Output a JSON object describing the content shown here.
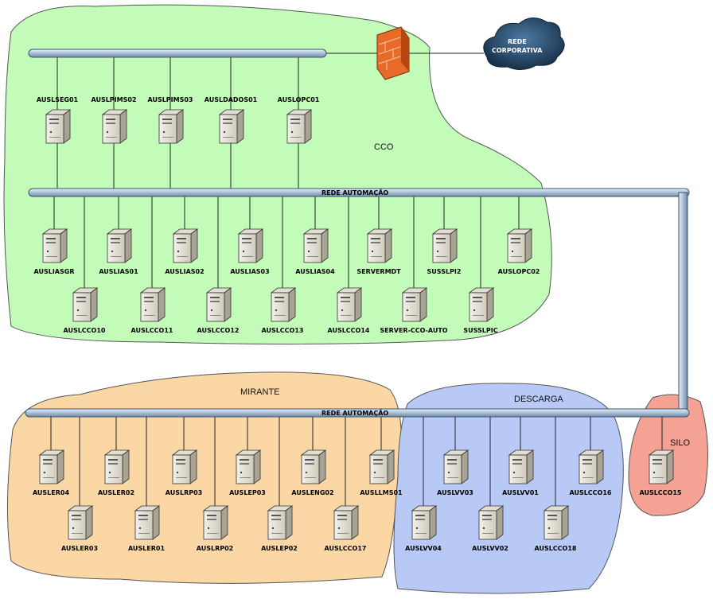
{
  "zones": {
    "cco": "CCO",
    "mirante": "MIRANTE",
    "descarga": "DESCARGA",
    "silo": "SILO"
  },
  "cloud": {
    "line1": "REDE",
    "line2": "CORPORATIVA"
  },
  "buses": {
    "cco_automation": "REDE AUTOMAÇÃO",
    "lower_automation": "REDE AUTOMAÇÃO"
  },
  "colors": {
    "cco": "#c2fcb8",
    "mirante": "#fbd7a6",
    "descarga": "#b8c9f5",
    "silo": "#f4a294",
    "bus": "#aec2d8",
    "firewall": "#e86a28",
    "cloud": "#2a4a66"
  },
  "servers": {
    "top": [
      "AUSLSEG01",
      "AUSLPIMS02",
      "AUSLPIMS03",
      "AUSLDADOS01",
      "AUSLOPC01"
    ],
    "cco_row1": [
      "AUSLIASGR",
      "AUSLIAS01",
      "AUSLIAS02",
      "AUSLIAS03",
      "AUSLIAS04",
      "SERVERMDT",
      "SUSSLPI2",
      "AUSLOPC02"
    ],
    "cco_row2": [
      "AUSLCCO10",
      "AUSLCCO11",
      "AUSLCCO12",
      "AUSLCCO13",
      "AUSLCCO14",
      "SERVER-CCO-AUTO",
      "SUSSLPIC"
    ],
    "mirante_row1": [
      "AUSLER04",
      "AUSLER02",
      "AUSLRP03",
      "AUSLEP03",
      "AUSLENG02",
      "AUSLLMS01"
    ],
    "mirante_row2": [
      "AUSLER03",
      "AUSLER01",
      "AUSLRP02",
      "AUSLEP02",
      "AUSLCCO17"
    ],
    "descarga_row1": [
      "AUSLVV03",
      "AUSLVV01",
      "AUSLCCO16"
    ],
    "descarga_row2": [
      "AUSLVV04",
      "AUSLVV02",
      "AUSLCCO18"
    ],
    "silo": [
      "AUSLCCO15"
    ]
  }
}
